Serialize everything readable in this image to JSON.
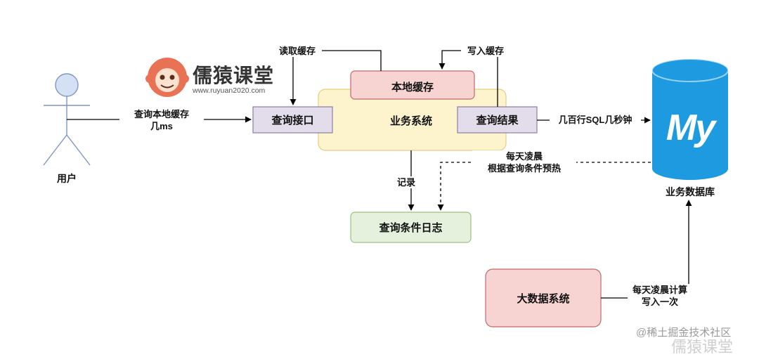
{
  "logo": {
    "name": "儒猿课堂",
    "url": "www.ruyuan2020.com"
  },
  "actor": {
    "label": "用户"
  },
  "nodes": {
    "business_system": "业务系统",
    "local_cache": "本地缓存",
    "query_interface": "查询接口",
    "query_result": "查询结果",
    "query_log": "查询条件日志",
    "bigdata_system": "大数据系统",
    "database": "业务数据库",
    "db_logo_text": "My"
  },
  "edges": {
    "user_to_interface_line1": "查询本地缓存",
    "user_to_interface_line2": "几ms",
    "read_cache": "读取缓存",
    "write_cache": "写入缓存",
    "result_to_db": "几百行SQL几秒钟",
    "record": "记录",
    "prewarm_line1": "每天凌晨",
    "prewarm_line2": "根据查询条件预热",
    "bigdata_line1": "每天凌晨计算",
    "bigdata_line2": "写入一次"
  },
  "watermarks": {
    "juejin": "@稀土掘金技术社区",
    "ruyuan": "儒猿课堂"
  },
  "colors": {
    "business_fill": "#fdf3cd",
    "business_stroke": "#e3cf83",
    "cache_fill": "#f7d3d2",
    "cache_stroke": "#bf6b6b",
    "interface_fill": "#e3dcea",
    "interface_stroke": "#8a7fa4",
    "log_fill": "#e5f1dc",
    "log_stroke": "#9dc080",
    "bigdata_fill": "#f7d3d2",
    "bigdata_stroke": "#bf6b6b",
    "db_fill": "#1e9be0",
    "actor_fill": "#d4e1f4",
    "actor_stroke": "#7f93c4"
  },
  "icons": {
    "actor": "stick-figure-icon",
    "database": "mysql-cylinder-icon",
    "logo": "monkey-logo-icon"
  }
}
